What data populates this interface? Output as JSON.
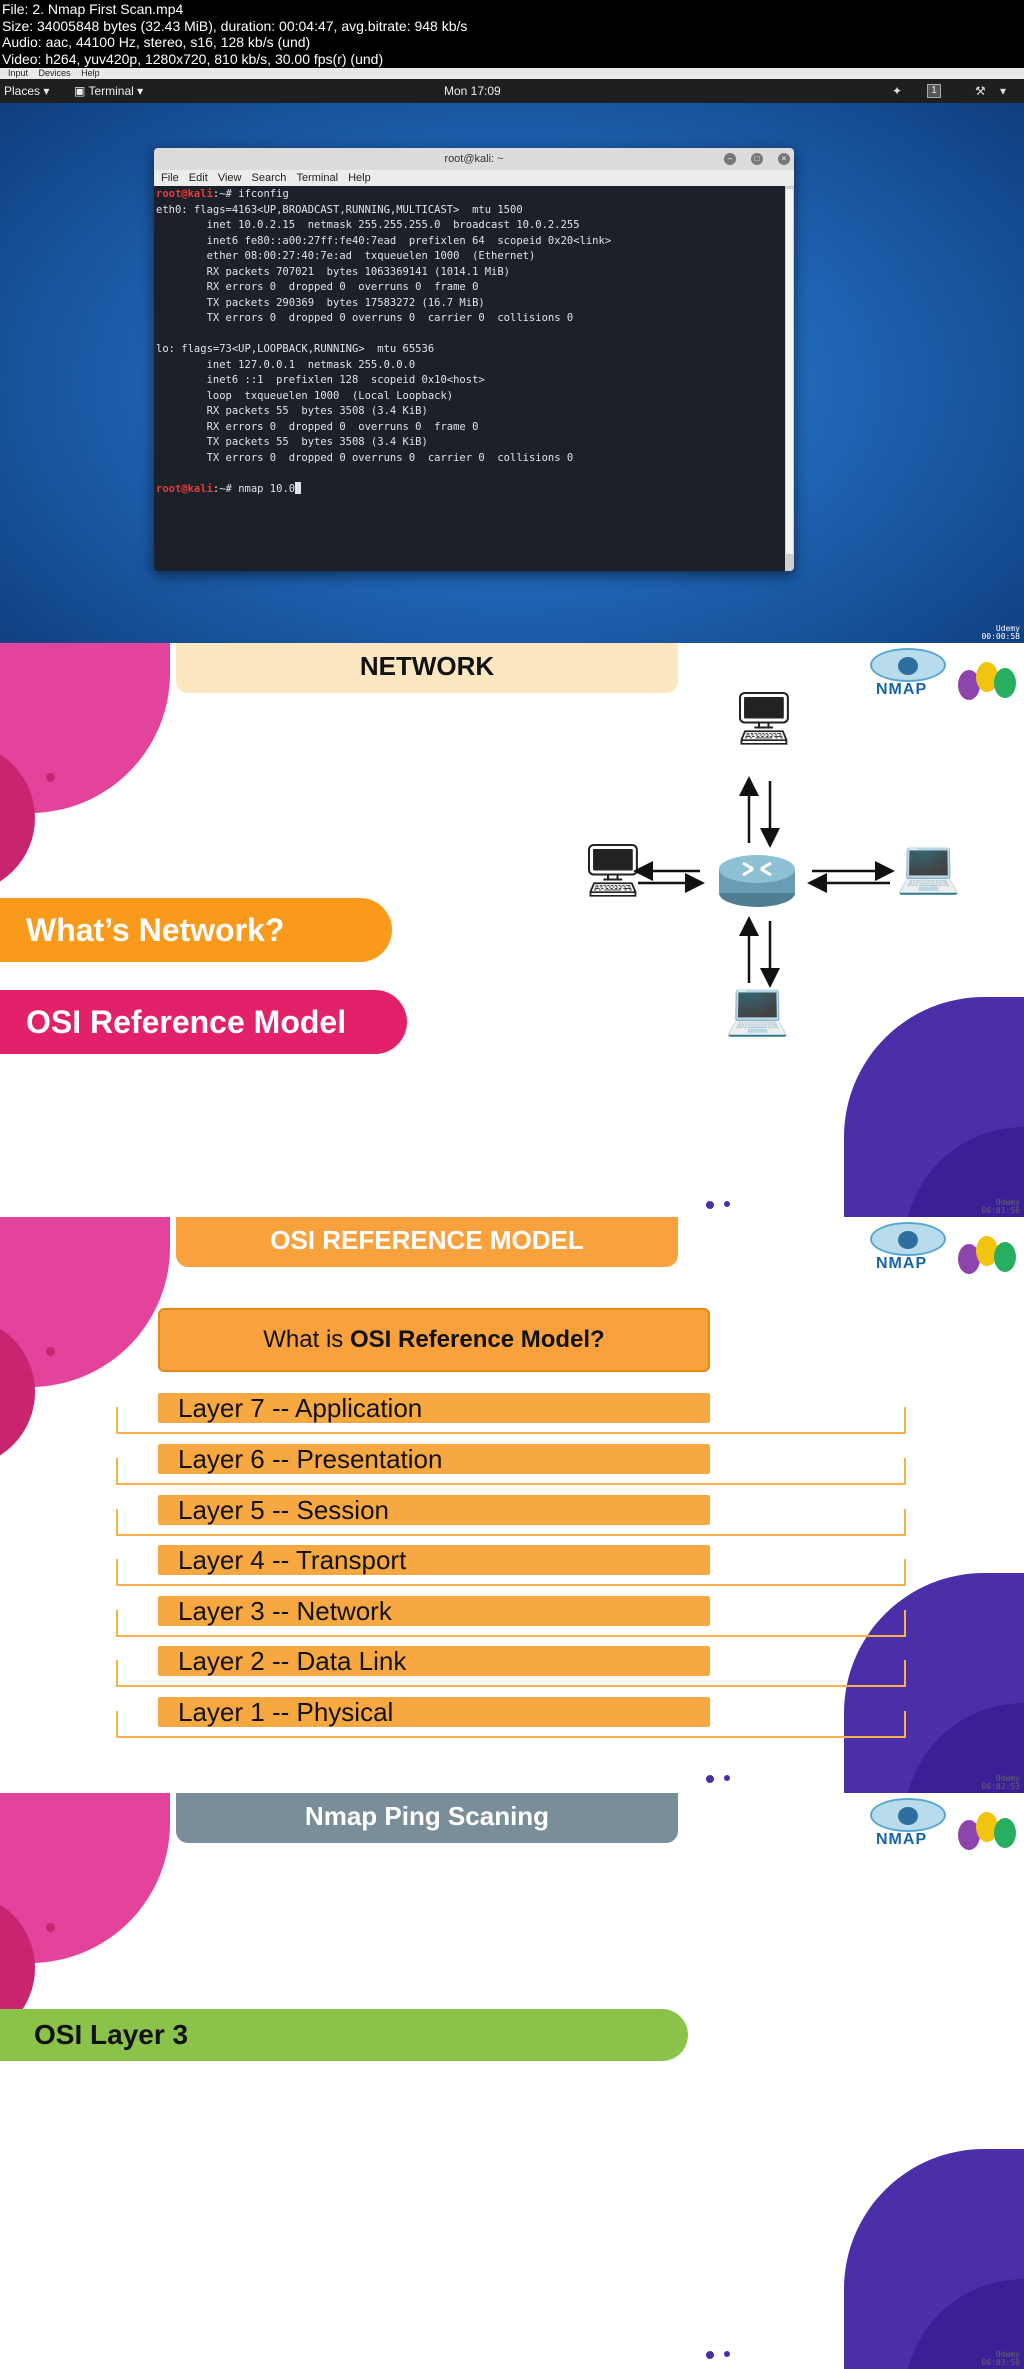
{
  "file_info": {
    "lines": [
      "File: 2. Nmap First Scan.mp4",
      "Size: 34005848 bytes (32.43 MiB), duration: 00:04:47, avg.bitrate: 948 kb/s",
      "Audio: aac, 44100 Hz, stereo, s16, 128 kb/s (und)",
      "Video: h264, yuv420p, 1280x720, 810 kb/s, 30.00 fps(r) (und)"
    ]
  },
  "desktop": {
    "menubar": [
      "Input",
      "Devices",
      "Help"
    ],
    "places_label": "Places ▾",
    "terminal_app_label": "Terminal ▾",
    "clock": "Mon 17:09",
    "workspace": "1",
    "timestamp": "00:00:58"
  },
  "terminal": {
    "title": "root@kali: ~",
    "menu": [
      "File",
      "Edit",
      "View",
      "Search",
      "Terminal",
      "Help"
    ],
    "prompt": "root@kali",
    "prompt_suffix": ":~# ",
    "command1": "ifconfig",
    "output": "eth0: flags=4163<UP,BROADCAST,RUNNING,MULTICAST>  mtu 1500\n        inet 10.0.2.15  netmask 255.255.255.0  broadcast 10.0.2.255\n        inet6 fe80::a00:27ff:fe40:7ead  prefixlen 64  scopeid 0x20<link>\n        ether 08:00:27:40:7e:ad  txqueuelen 1000  (Ethernet)\n        RX packets 707021  bytes 1063369141 (1014.1 MiB)\n        RX errors 0  dropped 0  overruns 0  frame 0\n        TX packets 290369  bytes 17583272 (16.7 MiB)\n        TX errors 0  dropped 0 overruns 0  carrier 0  collisions 0\n\nlo: flags=73<UP,LOOPBACK,RUNNING>  mtu 65536\n        inet 127.0.0.1  netmask 255.0.0.0\n        inet6 ::1  prefixlen 128  scopeid 0x10<host>\n        loop  txqueuelen 1000  (Local Loopback)\n        RX packets 55  bytes 3508 (3.4 KiB)\n        RX errors 0  dropped 0  overruns 0  frame 0\n        TX packets 55  bytes 3508 (3.4 KiB)\n        TX errors 0  dropped 0 overruns 0  carrier 0  collisions 0\n",
    "command2": "nmap 10.0"
  },
  "slide_network": {
    "banner": "NETWORK",
    "pill1": "What’s Network?",
    "pill2": "OSI Reference Model",
    "logo_text": "NMAP",
    "timestamp": "00:01:56",
    "colors": {
      "banner": "#fde7c1",
      "pill1": "#f99a1c",
      "pill2": "#e3216a"
    }
  },
  "slide_osi": {
    "banner": "OSI REFERENCE  MODEL",
    "question_prefix": "What is ",
    "question_bold": "OSI Reference Model?",
    "layers": [
      "Layer 7 -- Application",
      "Layer 6 -- Presentation",
      "Layer 5 -- Session",
      "Layer 4 -- Transport",
      "Layer 3 -- Network",
      "Layer 2 -- Data Link",
      "Layer 1 -- Physical"
    ],
    "logo_text": "NMAP",
    "timestamp": "00:02:53",
    "colors": {
      "banner": "#f8a13d",
      "bars": "#f8a840"
    }
  },
  "slide_ping": {
    "banner": "Nmap Ping Scaning",
    "pill": "OSI Layer 3",
    "logo_text": "NMAP",
    "timestamp": "00:03:50",
    "colors": {
      "banner": "#7a8e99",
      "pill": "#8bc34a"
    }
  }
}
